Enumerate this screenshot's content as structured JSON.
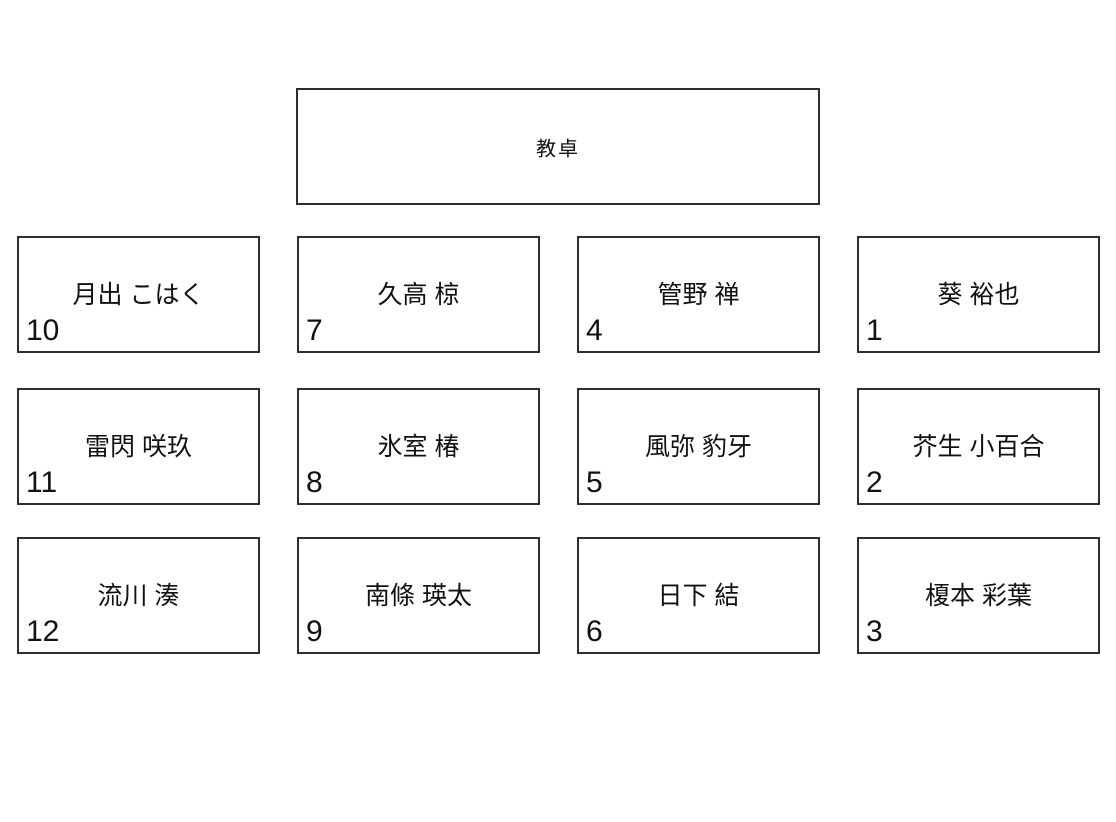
{
  "page": {
    "background": "#ffffff",
    "box_border_color": "#2e2e2e",
    "text_color": "#111111"
  },
  "teacher_desk": {
    "label": "教卓"
  },
  "seats": [
    {
      "number": "10",
      "name": "月出 こはく"
    },
    {
      "number": "7",
      "name": "久高 椋"
    },
    {
      "number": "4",
      "name": "管野 禅"
    },
    {
      "number": "1",
      "name": "葵 裕也"
    },
    {
      "number": "11",
      "name": "雷閃 咲玖"
    },
    {
      "number": "8",
      "name": "氷室 椿"
    },
    {
      "number": "5",
      "name": "風弥 豹牙"
    },
    {
      "number": "2",
      "name": "芥生 小百合"
    },
    {
      "number": "12",
      "name": "流川 湊"
    },
    {
      "number": "9",
      "name": "南條 瑛太"
    },
    {
      "number": "6",
      "name": "日下 結"
    },
    {
      "number": "3",
      "name": "榎本 彩葉"
    }
  ]
}
